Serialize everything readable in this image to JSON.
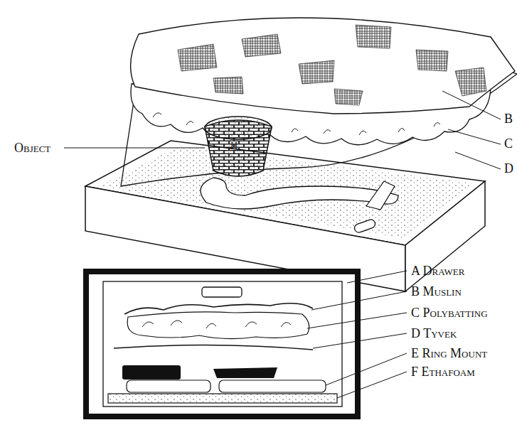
{
  "diagram": {
    "labels": [
      "Object",
      "H",
      "B",
      "C",
      "D",
      "A Drawer",
      "B Muslin",
      "C Polybatting",
      "D Tyvek",
      "E Ring Mount",
      "F Ethafoam"
    ]
  }
}
